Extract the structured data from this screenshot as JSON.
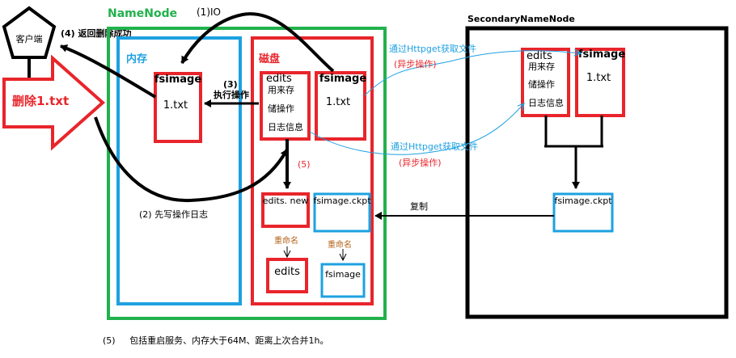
{
  "client": {
    "label": "客户端"
  },
  "action": {
    "label": "删除1.txt"
  },
  "steps": {
    "s1": "(1)IO",
    "s2": "(2) 先写操作日志",
    "s3": "(3)",
    "s3b": "执行操作",
    "s4": "(4) 返回删除成功",
    "s5": "(5)"
  },
  "namenode": {
    "title": "NameNode",
    "memory": {
      "title": "内存",
      "fsimage": {
        "title": "fsimage",
        "file": "1.txt"
      }
    },
    "disk": {
      "title": "磁盘",
      "edits": {
        "title": "edits",
        "lines": [
          "用来存",
          "储操作",
          "日志信息"
        ]
      },
      "fsimage": {
        "title": "fsimage",
        "file": "1.txt"
      },
      "edits_new": "edits. new",
      "fsimage_ckpt": "fsimage.ckpt",
      "rename1": "重命名",
      "rename2": "重命名",
      "edits_final": "edits",
      "fsimage_final": "fsimage"
    }
  },
  "secondary": {
    "title": "SecondaryNameNode",
    "edits": {
      "title": "edits",
      "lines": [
        "用来存",
        "储操作",
        "日志信息"
      ]
    },
    "fsimage": {
      "title": "fsimage",
      "file": "1.txt"
    },
    "ckpt": "fsimage.ckpt"
  },
  "transfer": {
    "top": "通过Httpget获取文件",
    "top_async": "(异步操作)",
    "bottom": "通过Httpget获取文件",
    "bottom_async": "(异步操作)",
    "copy": "复制"
  },
  "footnote": "(5)     包括重启服务、内存大于64M、距离上次合并1h。",
  "colors": {
    "red": "#e8252b",
    "blue": "#1ea1e0",
    "green": "#22b14c",
    "black": "#000000",
    "brown": "#b5651d"
  }
}
